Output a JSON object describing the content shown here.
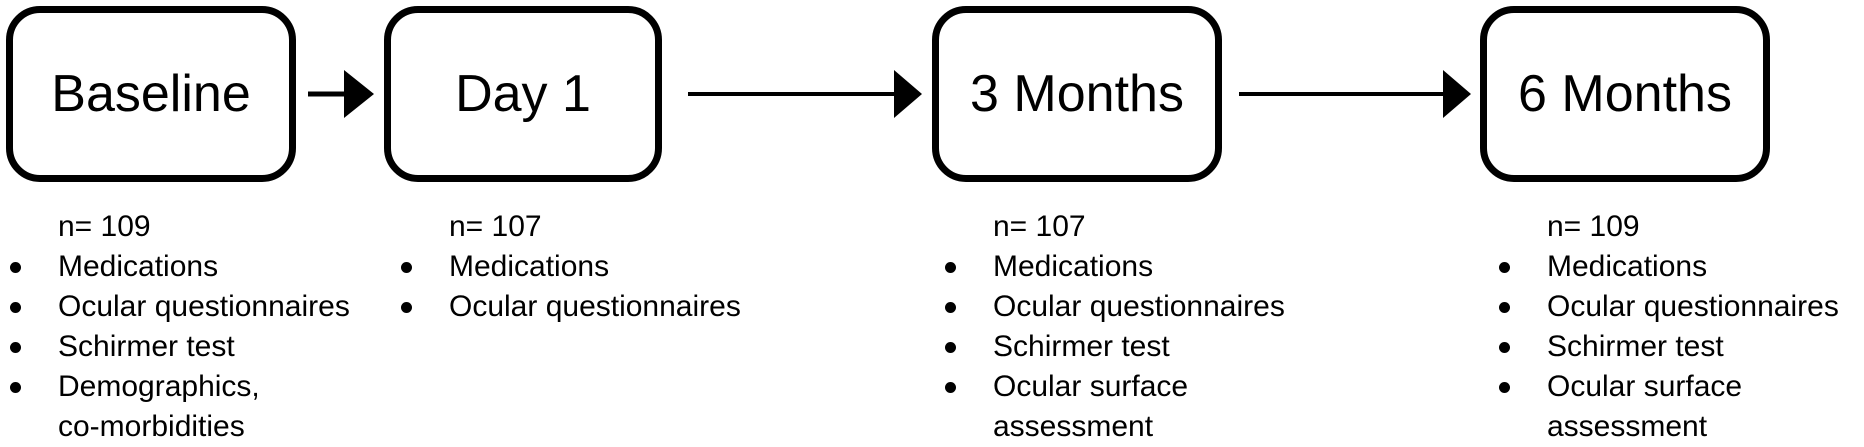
{
  "stages": [
    {
      "label": "Baseline",
      "n_label": "n= ",
      "n": "109",
      "items": [
        {
          "text": "Medications",
          "continuation": ""
        },
        {
          "text": "Ocular questionnaires",
          "continuation": ""
        },
        {
          "text": "Schirmer test",
          "continuation": ""
        },
        {
          "text": "Demographics,",
          "continuation": "co-morbidities"
        }
      ]
    },
    {
      "label": "Day 1",
      "n_label": "n= ",
      "n": "107",
      "items": [
        {
          "text": "Medications",
          "continuation": ""
        },
        {
          "text": "Ocular questionnaires",
          "continuation": ""
        }
      ]
    },
    {
      "label": "3 Months",
      "n_label": "n= ",
      "n": "107",
      "items": [
        {
          "text": "Medications",
          "continuation": ""
        },
        {
          "text": "Ocular questionnaires",
          "continuation": ""
        },
        {
          "text": "Schirmer test",
          "continuation": ""
        },
        {
          "text": "Ocular surface",
          "continuation": "assessment"
        }
      ]
    },
    {
      "label": "6 Months",
      "n_label": "n= ",
      "n": "109",
      "items": [
        {
          "text": "Medications",
          "continuation": ""
        },
        {
          "text": "Ocular questionnaires",
          "continuation": ""
        },
        {
          "text": "Schirmer test",
          "continuation": ""
        },
        {
          "text": "Ocular surface",
          "continuation": "assessment"
        }
      ]
    }
  ],
  "colors": {
    "stroke": "#000000",
    "background": "#ffffff"
  }
}
